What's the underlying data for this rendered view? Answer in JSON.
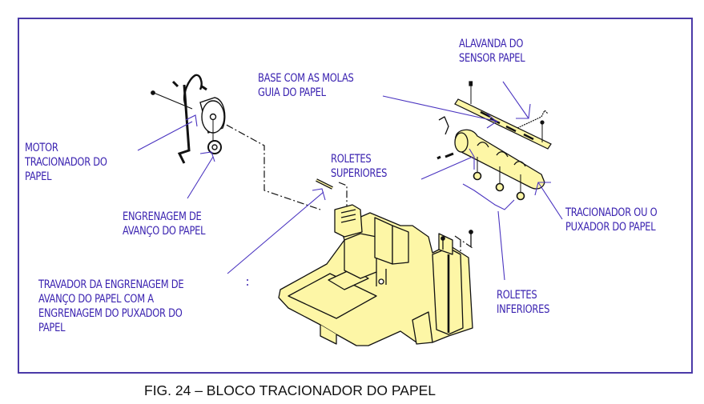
{
  "figure": {
    "caption": "FIG. 24 – BLOCO TRACIONADOR DO PAPEL",
    "colors": {
      "frame": "#4b3aa8",
      "label_text": "#3a22b0",
      "leader_line": "#4a34c0",
      "part_fill": "#fdf6a6",
      "part_outline": "#111111"
    }
  },
  "labels": {
    "motor": {
      "lines": [
        "MOTOR",
        "TRACIONADOR DO",
        "PAPEL"
      ]
    },
    "engrenagem_avanco": {
      "lines": [
        "ENGRENAGEM DE",
        "AVANÇO DO PAPEL"
      ]
    },
    "travador": {
      "lines": [
        "TRAVADOR DA ENGRENAGEM DE",
        "AVANÇO DO PAPEL COM A",
        "ENGRENAGEM DO PUXADOR DO",
        "PAPEL"
      ]
    },
    "base_molas": {
      "lines": [
        "BASE COM AS MOLAS",
        "GUIA DO PAPEL"
      ]
    },
    "alavanca_sensor": {
      "lines": [
        "ALAVANDA DO",
        "SENSOR PAPEL"
      ]
    },
    "roletes_superiores": {
      "lines": [
        "ROLETES",
        "SUPERIORES"
      ]
    },
    "tracionador_puxador": {
      "lines": [
        "TRACIONADOR OU O",
        "PUXADOR DO PAPEL"
      ]
    },
    "roletes_inferiores": {
      "lines": [
        "ROLETES",
        "INFERIORES"
      ]
    }
  }
}
